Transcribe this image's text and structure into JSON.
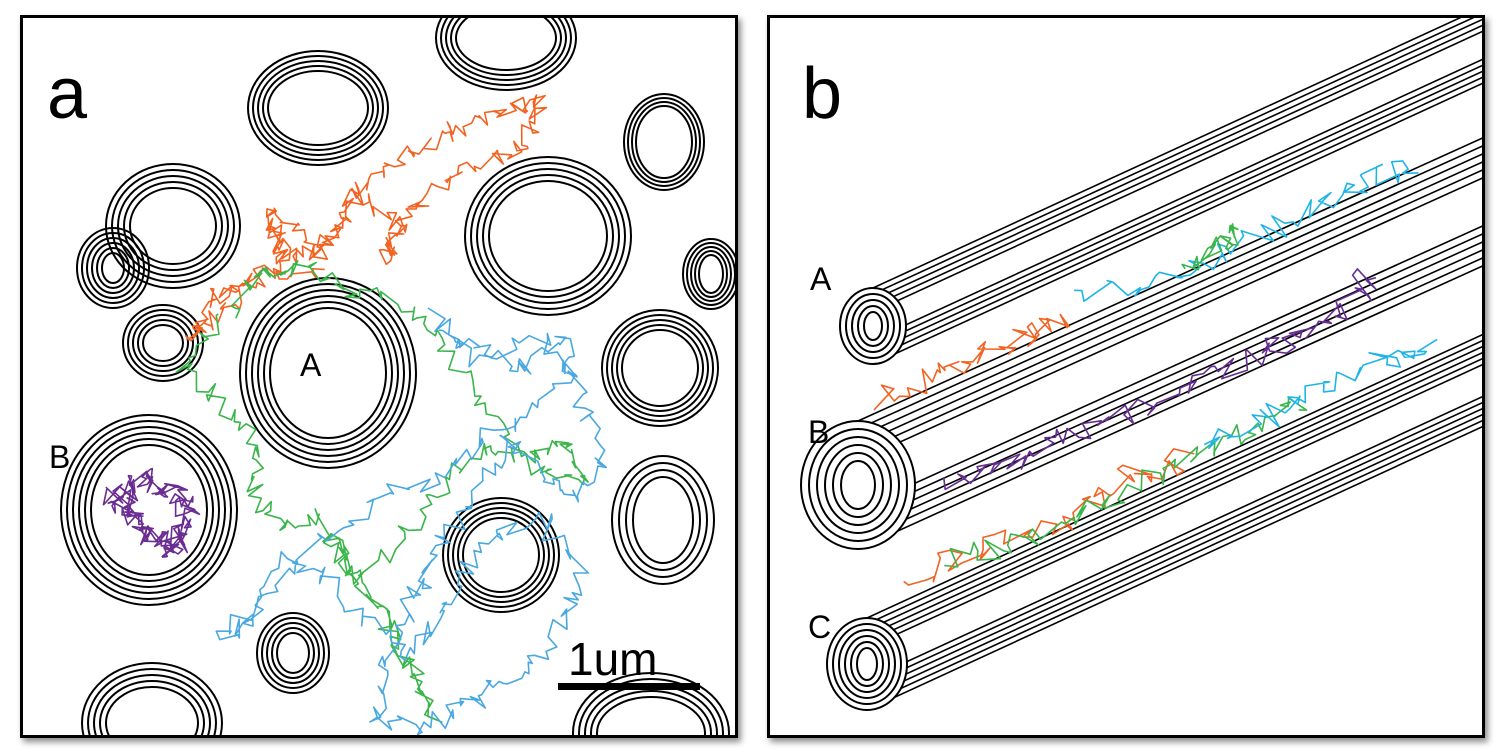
{
  "panel_a": {
    "letter": "a",
    "labels": {
      "A": "A",
      "B": "B"
    },
    "scale_bar_label": "1um",
    "trajectory_colors": {
      "orange": "#f26322",
      "green": "#39b54a",
      "blue": "#4aa8e0",
      "purple": "#6a2c91"
    }
  },
  "panel_b": {
    "letter": "b",
    "labels": {
      "A": "A",
      "B": "B",
      "C": "C"
    },
    "trajectory_colors": {
      "orange": "#f26322",
      "green": "#39b54a",
      "blue": "#1fb4e8",
      "purple": "#662d91"
    }
  }
}
